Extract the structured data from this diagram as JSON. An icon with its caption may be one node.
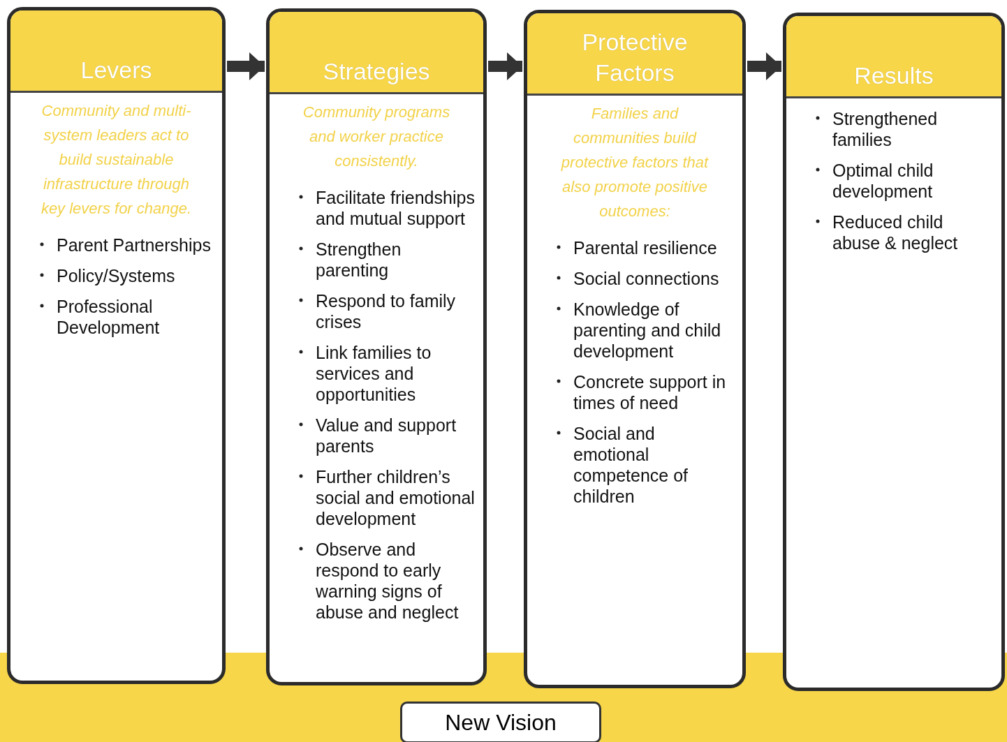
{
  "diagram": {
    "nodes": [
      {
        "text": [
          "Levers",
          "Community and multi-system leaders act to build sustainable infrastructure through key levers for change.",
          "Parent Partnerships",
          "Policy/Systems",
          "Professional Development"
        ]
      },
      {
        "text": [
          "Strategies",
          "Community programs and worker practice consistently.",
          "Facilitate friendships and mutual support",
          "Strengthen parenting",
          "Respond to family crises",
          "Link families to services and opportunities",
          "Value and support parents",
          "Further children’s social and emotional development",
          "Observe and respond to early warning signs of abuse and neglect"
        ]
      },
      {
        "text": [
          "Protective Factors",
          "Families and communities build protective factors that also promote positive outcomes:",
          "Parental resilience",
          "Social connections",
          "Knowledge of parenting and child development",
          "Concrete support in times of need",
          "Social and emotional competence of children"
        ]
      },
      {
        "text": [
          "Results",
          "Strengthened families",
          "Optimal child development",
          "Reduced child abuse & neglect"
        ]
      },
      {
        "text": [
          "New Vision"
        ]
      }
    ],
    "edges": [
      {
        "from": 0,
        "to": 1,
        "arrow": "to"
      },
      {
        "from": 1,
        "to": 2,
        "arrow": "to"
      },
      {
        "from": 2,
        "to": 3,
        "arrow": "to"
      }
    ]
  }
}
